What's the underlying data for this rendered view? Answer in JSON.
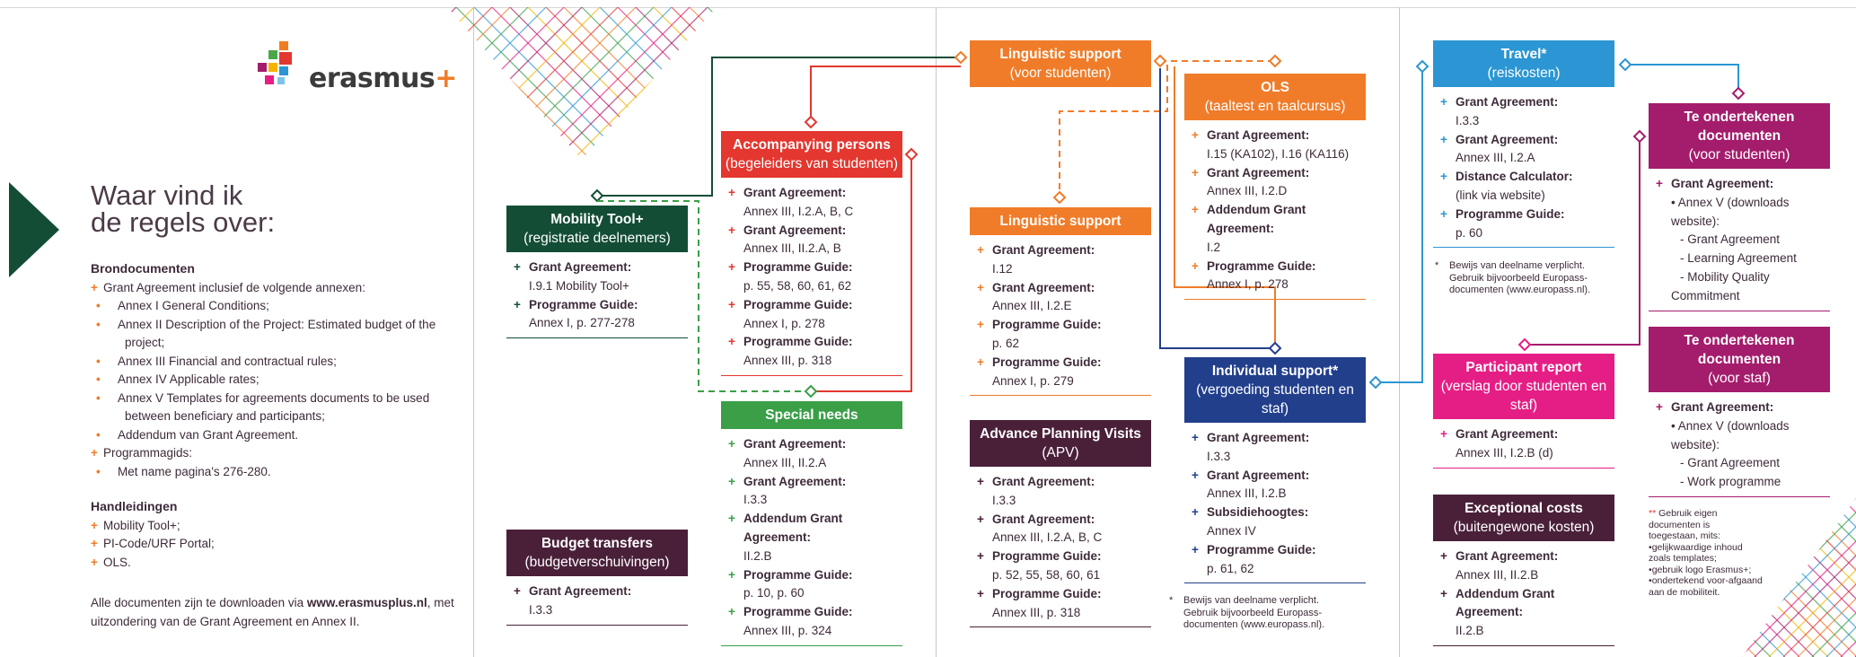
{
  "logo": {
    "word": "erasmus",
    "plus": "+"
  },
  "intro": {
    "title_line1": "Waar vind ik",
    "title_line2": "de regels over:",
    "sources_heading": "Brondocumenten",
    "sources": [
      {
        "text": "Grant Agreement inclusief de volgende annexen:",
        "subs": [
          "Annex I General Conditions;",
          "Annex II Description of the Project: Estimated budget of the project;",
          "Annex III Financial and contractual rules;",
          "Annex IV Applicable rates;",
          "Annex V Templates for agreements documents to be used between beneficiary and participants;",
          "Addendum van Grant Agreement."
        ]
      },
      {
        "text": "Programmagids:",
        "subs": [
          "Met name pagina's 276-280."
        ]
      }
    ],
    "manuals_heading": "Handleidingen",
    "manuals": [
      "Mobility Tool+;",
      "PI-Code/URF Portal;",
      "OLS."
    ],
    "footer_pre": "Alle documenten zijn te downloaden via ",
    "footer_link": "www.erasmusplus.nl",
    "footer_post": ", met uitzondering van de Grant Agreement en Annex II."
  },
  "colors": {
    "dark_green": "#134d36",
    "red": "#e3372f",
    "bright_green": "#3a9f47",
    "plum": "#4a2039",
    "orange": "#f07c29",
    "navy": "#223f8c",
    "sky": "#2b96d3",
    "magenta": "#e51e85",
    "purple": "#a41c6c"
  },
  "boxes": [
    {
      "id": "mobility-tool",
      "color": "#134d36",
      "marker": "+",
      "marker_color": "#134d36",
      "title": "Mobility Tool+",
      "subtitle": "(registratie deelnemers)",
      "items": [
        {
          "k": "Grant Agreement:",
          "v": [
            "I.9.1 Mobility Tool+"
          ]
        },
        {
          "k": "Programme Guide:",
          "v": [
            "Annex I, p. 277-278"
          ]
        }
      ]
    },
    {
      "id": "budget-transfers",
      "color": "#4a2039",
      "marker": "+",
      "marker_color": "#4a2039",
      "title": "Budget transfers",
      "subtitle": "(budgetverschuivingen)",
      "items": [
        {
          "k": "Grant Agreement:",
          "v": [
            "I.3.3"
          ]
        }
      ]
    },
    {
      "id": "accompanying-persons",
      "color": "#e3372f",
      "marker": "+",
      "marker_color": "#e3372f",
      "title": "Accompanying persons",
      "subtitle": "(begeleiders van studenten)",
      "items": [
        {
          "k": "Grant Agreement:",
          "v": [
            "Annex III, I.2.A, B, C"
          ]
        },
        {
          "k": "Grant Agreement:",
          "v": [
            "Annex III, II.2.A, B"
          ]
        },
        {
          "k": "Programme Guide:",
          "v": [
            "p. 55, 58, 60, 61, 62"
          ]
        },
        {
          "k": "Programme Guide:",
          "v": [
            "Annex I, p. 278"
          ]
        },
        {
          "k": "Programme Guide:",
          "v": [
            "Annex III, p. 318"
          ]
        }
      ]
    },
    {
      "id": "special-needs",
      "color": "#3a9f47",
      "marker": "+",
      "marker_color": "#3a9f47",
      "title": "Special needs",
      "subtitle": "",
      "items": [
        {
          "k": "Grant Agreement:",
          "v": [
            "Annex III, II.2.A"
          ]
        },
        {
          "k": "Grant Agreement:",
          "v": [
            "I.3.3"
          ]
        },
        {
          "k": "Addendum Grant Agreement:",
          "v": [
            "II.2.B"
          ]
        },
        {
          "k": "Programme Guide:",
          "v": [
            "p. 10, p. 60"
          ]
        },
        {
          "k": "Programme Guide:",
          "v": [
            "Annex III, p. 324"
          ]
        }
      ]
    },
    {
      "id": "linguistic-support-students",
      "color": "#f07c29",
      "marker": "",
      "marker_color": "#f07c29",
      "title": "Linguistic support",
      "subtitle": "(voor studenten)",
      "items": []
    },
    {
      "id": "linguistic-support",
      "color": "#f07c29",
      "marker": "+",
      "marker_color": "#f07c29",
      "title": "Linguistic support",
      "subtitle": "",
      "items": [
        {
          "k": "Grant Agreement:",
          "v": [
            "I.12"
          ]
        },
        {
          "k": "Grant Agreement:",
          "v": [
            "Annex III, I.2.E"
          ]
        },
        {
          "k": "Programme Guide:",
          "v": [
            "p. 62"
          ]
        },
        {
          "k": "Programme Guide:",
          "v": [
            "Annex I, p. 279"
          ]
        }
      ]
    },
    {
      "id": "advance-planning-visits",
      "color": "#4a2039",
      "marker": "+",
      "marker_color": "#4a2039",
      "title": "Advance Planning Visits",
      "subtitle": "(APV)",
      "items": [
        {
          "k": "Grant Agreement:",
          "v": [
            "I.3.3"
          ]
        },
        {
          "k": "Grant Agreement:",
          "v": [
            "Annex III, I.2.A, B, C"
          ]
        },
        {
          "k": "Programme Guide:",
          "v": [
            "p. 52, 55, 58, 60, 61"
          ]
        },
        {
          "k": "Programme Guide:",
          "v": [
            "Annex III, p. 318"
          ]
        }
      ]
    },
    {
      "id": "ols",
      "color": "#f07c29",
      "marker": "+",
      "marker_color": "#f07c29",
      "title": "OLS",
      "subtitle": "(taaltest en taalcursus)",
      "items": [
        {
          "k": "Grant Agreement:",
          "v": [
            "I.15 (KA102), I.16 (KA116)"
          ]
        },
        {
          "k": "Grant Agreement:",
          "v": [
            "Annex III, I.2.D"
          ]
        },
        {
          "k": "Addendum Grant Agreement:",
          "v": [
            "I.2"
          ]
        },
        {
          "k": "Programme Guide:",
          "v": [
            "Annex I, p. 278"
          ]
        }
      ]
    },
    {
      "id": "individual-support",
      "color": "#223f8c",
      "marker": "+",
      "marker_color": "#223f8c",
      "title": "Individual support*",
      "subtitle": "(vergoeding studenten en staf)",
      "items": [
        {
          "k": "Grant Agreement:",
          "v": [
            "I.3.3"
          ]
        },
        {
          "k": "Grant Agreement:",
          "v": [
            "Annex III, I.2.B"
          ]
        },
        {
          "k": "Subsidiehoogtes:",
          "v": [
            "Annex IV"
          ]
        },
        {
          "k": "Programme Guide:",
          "v": [
            "p. 61, 62"
          ]
        }
      ]
    },
    {
      "id": "travel",
      "color": "#2b96d3",
      "marker": "+",
      "marker_color": "#2b96d3",
      "title": "Travel*",
      "subtitle": "(reiskosten)",
      "items": [
        {
          "k": "Grant Agreement:",
          "v": [
            "I.3.3"
          ]
        },
        {
          "k": "Grant Agreement:",
          "v": [
            "Annex III, I.2.A"
          ]
        },
        {
          "k": "Distance Calculator:",
          "v": [
            "(link via website)"
          ]
        },
        {
          "k": "Programme Guide:",
          "v": [
            "p. 60"
          ]
        }
      ]
    },
    {
      "id": "participant-report",
      "color": "#e51e85",
      "marker": "+",
      "marker_color": "#e51e85",
      "title": "Participant report",
      "subtitle": "(verslag door studenten en staf)",
      "items": [
        {
          "k": "Grant Agreement:",
          "v": [
            "Annex III, I.2.B (d)"
          ]
        }
      ]
    },
    {
      "id": "exceptional-costs",
      "color": "#4a2039",
      "marker": "+",
      "marker_color": "#4a2039",
      "title": "Exceptional costs",
      "subtitle": "(buitengewone kosten)",
      "items": [
        {
          "k": "Grant Agreement:",
          "v": [
            "Annex III, II.2.B"
          ]
        },
        {
          "k": "Addendum Grant Agreement:",
          "v": [
            "II.2.B"
          ]
        }
      ]
    },
    {
      "id": "sign-documents-students",
      "color": "#a41c6c",
      "marker": "+",
      "marker_color": "#a41c6c",
      "title": "Te ondertekenen documenten",
      "subtitle": "(voor studenten)",
      "items": [
        {
          "k": "Grant Agreement:",
          "v": [
            "• Annex V (downloads",
            "website):",
            "- Grant Agreement",
            "- Learning Agreement",
            "- Mobility Quality",
            "Commitment"
          ]
        }
      ]
    },
    {
      "id": "sign-documents-staff",
      "color": "#a41c6c",
      "marker": "+",
      "marker_color": "#a41c6c",
      "title": "Te ondertekenen documenten",
      "subtitle": "(voor staf)",
      "items": [
        {
          "k": "Grant Agreement:",
          "v": [
            "• Annex V (downloads",
            "website):",
            "- Grant Agreement",
            "- Work programme"
          ]
        }
      ]
    }
  ],
  "notes": {
    "travel": {
      "star": "*",
      "lines": [
        "Bewijs van deelname verplicht.",
        "Gebruik bijvoorbeeld Europass-",
        "documenten (www.europass.nl)."
      ]
    },
    "individual": {
      "star": "*",
      "lines": [
        "Bewijs van deelname verplicht.",
        "Gebruik bijvoorbeeld Europass-",
        "documenten (www.europass.nl)."
      ]
    },
    "own_docs": {
      "star": "**",
      "lines": [
        "Gebruik eigen documenten is",
        "toegestaan, mits:"
      ],
      "bullets": [
        "gelijkwaardige inhoud zoals templates;",
        "gebruik logo Erasmus+;",
        "ondertekend voor-afgaand aan de mobiliteit."
      ]
    }
  }
}
